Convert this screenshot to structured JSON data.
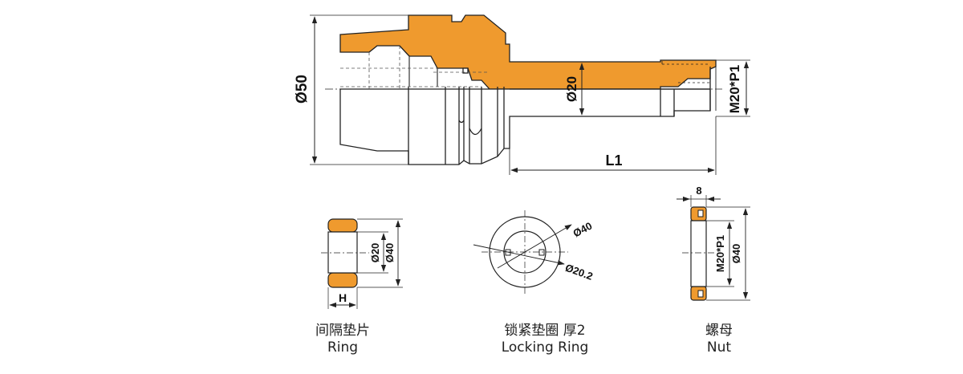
{
  "colors": {
    "orange": "#ef9a2e",
    "line": "#222222"
  },
  "main_tool": {
    "dim_diameter_50": "Ø50",
    "dim_diameter_20": "Ø20",
    "dim_thread": "M20*P1",
    "dim_length": "L1"
  },
  "ring": {
    "dim_inner": "Ø20",
    "dim_outer": "Ø40",
    "dim_width": "H",
    "caption_cn": "间隔垫片",
    "caption_en": "Ring"
  },
  "locking_ring": {
    "dim_outer": "Ø40",
    "dim_inner": "Ø20.2",
    "caption_cn": "锁紧垫圈  厚2",
    "caption_en": "Locking Ring"
  },
  "nut": {
    "dim_width": "8",
    "dim_thread": "M20*P1",
    "dim_outer": "Ø40",
    "caption_cn": "螺母",
    "caption_en": "Nut"
  }
}
